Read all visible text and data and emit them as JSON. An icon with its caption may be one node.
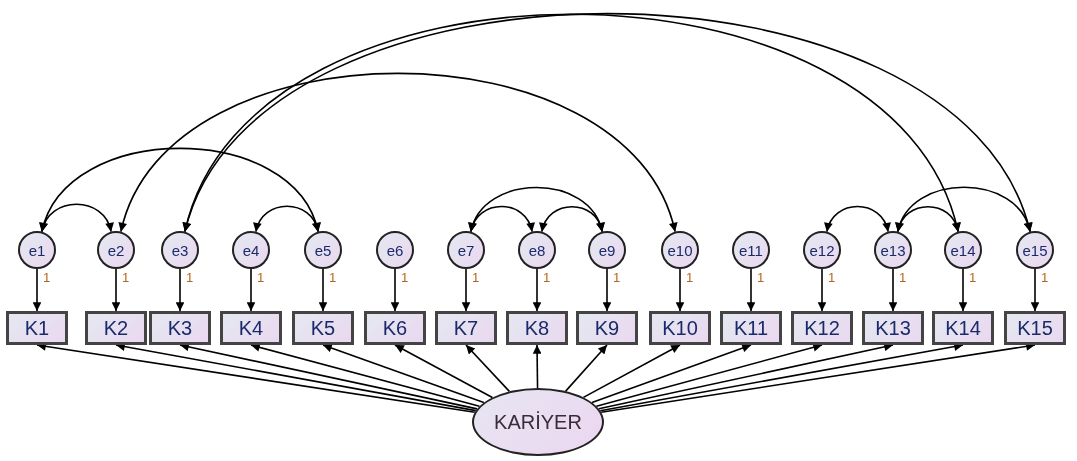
{
  "diagram": {
    "nodes": [
      {
        "text": [
          "e1"
        ]
      },
      {
        "text": [
          "e2"
        ]
      },
      {
        "text": [
          "e3"
        ]
      },
      {
        "text": [
          "e4"
        ]
      },
      {
        "text": [
          "e5"
        ]
      },
      {
        "text": [
          "e6"
        ]
      },
      {
        "text": [
          "e7"
        ]
      },
      {
        "text": [
          "e8"
        ]
      },
      {
        "text": [
          "e9"
        ]
      },
      {
        "text": [
          "e10"
        ]
      },
      {
        "text": [
          "e11"
        ]
      },
      {
        "text": [
          "e12"
        ]
      },
      {
        "text": [
          "e13"
        ]
      },
      {
        "text": [
          "e14"
        ]
      },
      {
        "text": [
          "e15"
        ]
      },
      {
        "text": [
          "K1"
        ]
      },
      {
        "text": [
          "K2"
        ]
      },
      {
        "text": [
          "K3"
        ]
      },
      {
        "text": [
          "K4"
        ]
      },
      {
        "text": [
          "K5"
        ]
      },
      {
        "text": [
          "K6"
        ]
      },
      {
        "text": [
          "K7"
        ]
      },
      {
        "text": [
          "K8"
        ]
      },
      {
        "text": [
          "K9"
        ]
      },
      {
        "text": [
          "K10"
        ]
      },
      {
        "text": [
          "K11"
        ]
      },
      {
        "text": [
          "K12"
        ]
      },
      {
        "text": [
          "K13"
        ]
      },
      {
        "text": [
          "K14"
        ]
      },
      {
        "text": [
          "K15"
        ]
      },
      {
        "text": [
          "KARİYER"
        ]
      }
    ],
    "edges": [
      {
        "from": 0,
        "to": 15,
        "arrow": "to",
        "label": "1"
      },
      {
        "from": 1,
        "to": 16,
        "arrow": "to",
        "label": "1"
      },
      {
        "from": 2,
        "to": 17,
        "arrow": "to",
        "label": "1"
      },
      {
        "from": 3,
        "to": 18,
        "arrow": "to",
        "label": "1"
      },
      {
        "from": 4,
        "to": 19,
        "arrow": "to",
        "label": "1"
      },
      {
        "from": 5,
        "to": 20,
        "arrow": "to",
        "label": "1"
      },
      {
        "from": 6,
        "to": 21,
        "arrow": "to",
        "label": "1"
      },
      {
        "from": 7,
        "to": 22,
        "arrow": "to",
        "label": "1"
      },
      {
        "from": 8,
        "to": 23,
        "arrow": "to",
        "label": "1"
      },
      {
        "from": 9,
        "to": 24,
        "arrow": "to",
        "label": "1"
      },
      {
        "from": 10,
        "to": 25,
        "arrow": "to",
        "label": "1"
      },
      {
        "from": 11,
        "to": 26,
        "arrow": "to",
        "label": "1"
      },
      {
        "from": 12,
        "to": 27,
        "arrow": "to",
        "label": "1"
      },
      {
        "from": 13,
        "to": 28,
        "arrow": "to",
        "label": "1"
      },
      {
        "from": 14,
        "to": 29,
        "arrow": "to",
        "label": "1"
      },
      {
        "from": 30,
        "to": 15,
        "arrow": "to"
      },
      {
        "from": 30,
        "to": 16,
        "arrow": "to"
      },
      {
        "from": 30,
        "to": 17,
        "arrow": "to"
      },
      {
        "from": 30,
        "to": 18,
        "arrow": "to"
      },
      {
        "from": 30,
        "to": 19,
        "arrow": "to"
      },
      {
        "from": 30,
        "to": 20,
        "arrow": "to"
      },
      {
        "from": 30,
        "to": 21,
        "arrow": "to"
      },
      {
        "from": 30,
        "to": 22,
        "arrow": "to"
      },
      {
        "from": 30,
        "to": 23,
        "arrow": "to"
      },
      {
        "from": 30,
        "to": 24,
        "arrow": "to"
      },
      {
        "from": 30,
        "to": 25,
        "arrow": "to"
      },
      {
        "from": 30,
        "to": 26,
        "arrow": "to"
      },
      {
        "from": 30,
        "to": 27,
        "arrow": "to"
      },
      {
        "from": 30,
        "to": 28,
        "arrow": "to"
      },
      {
        "from": 30,
        "to": 29,
        "arrow": "to"
      },
      {
        "from": 0,
        "to": 1,
        "arrow": "both"
      },
      {
        "from": 0,
        "to": 4,
        "arrow": "both"
      },
      {
        "from": 1,
        "to": 9,
        "arrow": "both"
      },
      {
        "from": 2,
        "to": 13,
        "arrow": "both"
      },
      {
        "from": 2,
        "to": 14,
        "arrow": "both"
      },
      {
        "from": 3,
        "to": 4,
        "arrow": "both"
      },
      {
        "from": 6,
        "to": 7,
        "arrow": "both"
      },
      {
        "from": 6,
        "to": 8,
        "arrow": "both"
      },
      {
        "from": 7,
        "to": 8,
        "arrow": "both"
      },
      {
        "from": 11,
        "to": 12,
        "arrow": "both"
      },
      {
        "from": 12,
        "to": 13,
        "arrow": "both"
      },
      {
        "from": 12,
        "to": 14,
        "arrow": "both"
      }
    ]
  }
}
